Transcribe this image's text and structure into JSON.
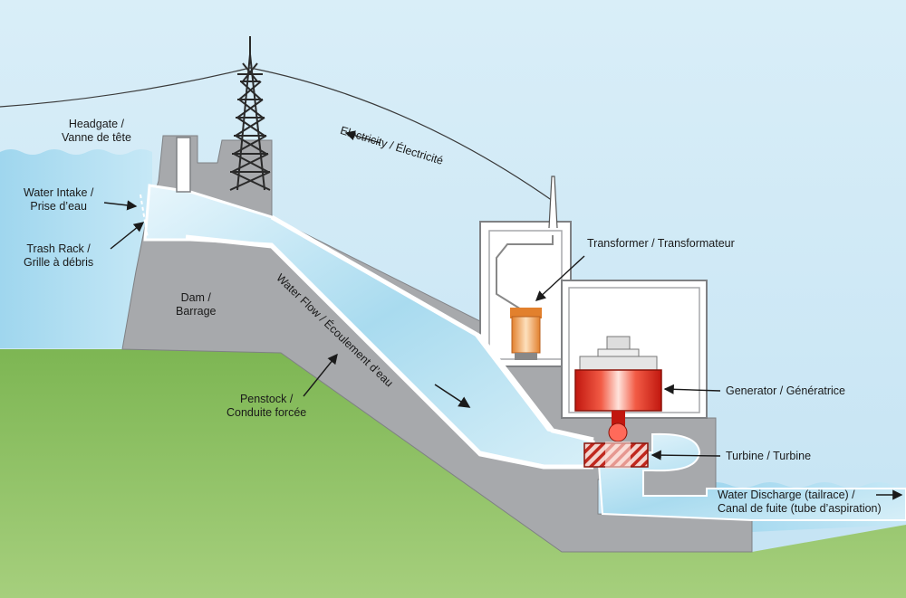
{
  "labels": {
    "headgate": [
      "Headgate /",
      "Vanne de tête"
    ],
    "water_intake": [
      "Water Intake /",
      "Prise d’eau"
    ],
    "trash_rack": [
      "Trash Rack /",
      "Grille à débris"
    ],
    "dam": [
      "Dam /",
      "Barrage"
    ],
    "penstock": [
      "Penstock /",
      "Conduite forcée"
    ],
    "electricity": "Electricity / Électricité",
    "water_flow": "Water Flow / Écoulement d’eau",
    "transformer": "Transformer / Transformateur",
    "generator": "Generator / Génératrice",
    "turbine": "Turbine / Turbine",
    "discharge": [
      "Water Discharge (tailrace) /",
      "Canal de fuite (tube d’aspiration)"
    ]
  },
  "colors": {
    "sky": "#cfe8f5",
    "ground": "#8dc063",
    "water": "#bfe3f2",
    "concrete": "#a7a9ac",
    "generator_red": "#d9271d",
    "transformer_orange": "#f5a557"
  }
}
